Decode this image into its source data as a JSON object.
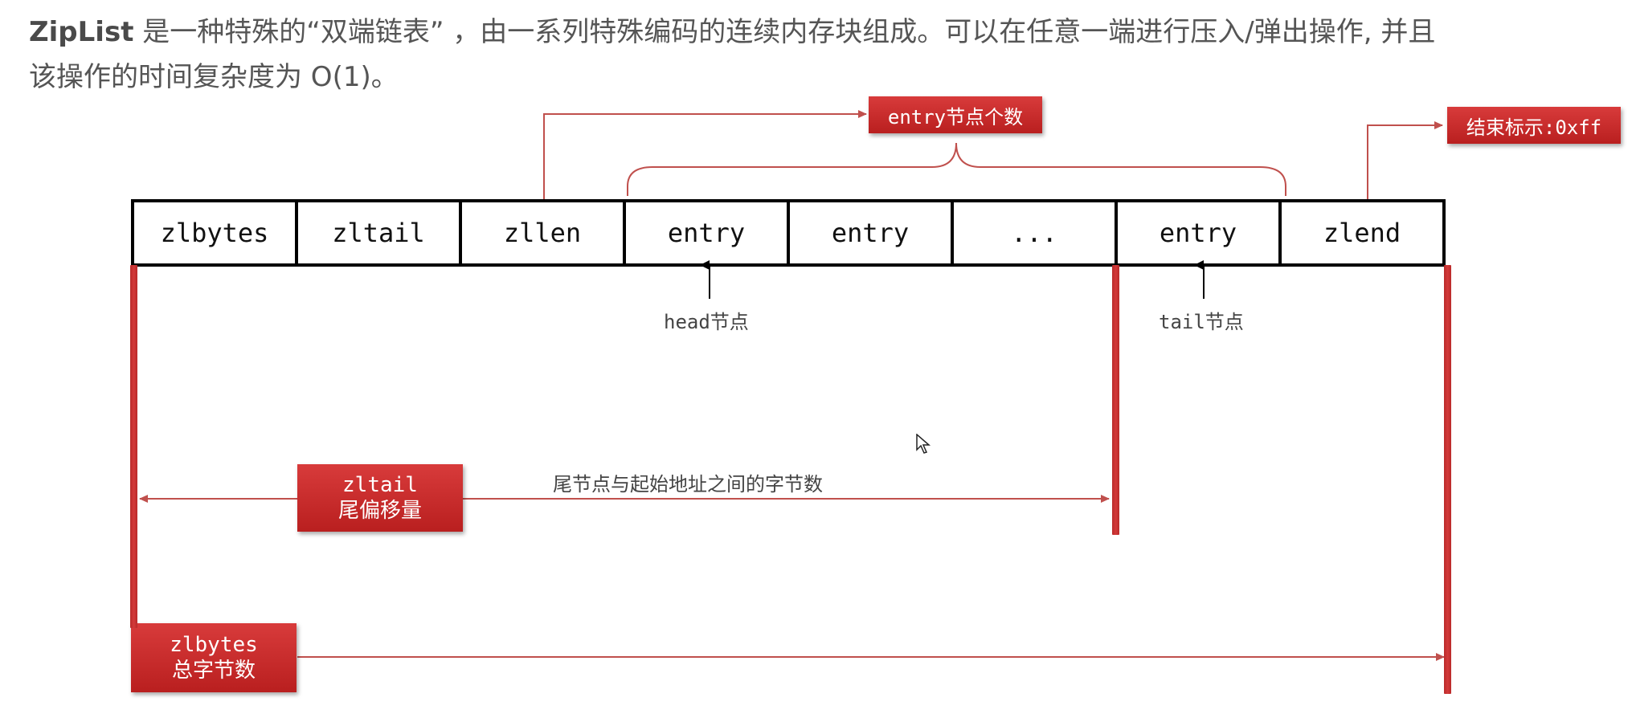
{
  "intro": {
    "bold_term": "ZipList",
    "line1_rest": " 是一种特殊的“双端链表” ，由一系列特殊编码的连续内存块组成。可以在任意一端进行压入/弹出操作, 并且",
    "line2": "该操作的时间复杂度为 O(1)。"
  },
  "cells": [
    "zlbytes",
    "zltail",
    "zllen",
    "entry",
    "entry",
    "...",
    "entry",
    "zlend"
  ],
  "callouts": {
    "entry_count": "entry节点个数",
    "end_marker": "结束标示:0xff",
    "zltail_line1": "zltail",
    "zltail_line2": "尾偏移量",
    "zlbytes_line1": "zlbytes",
    "zlbytes_line2": "总字节数"
  },
  "labels": {
    "head": "head节点",
    "tail": "tail节点",
    "tail_offset_desc": "尾节点与起始地址之间的字节数"
  },
  "colors": {
    "accent_red": "#c62828",
    "line_red": "#c0504d",
    "text_gray": "#555555"
  },
  "icons": {
    "cursor": "mouse-pointer-icon"
  }
}
